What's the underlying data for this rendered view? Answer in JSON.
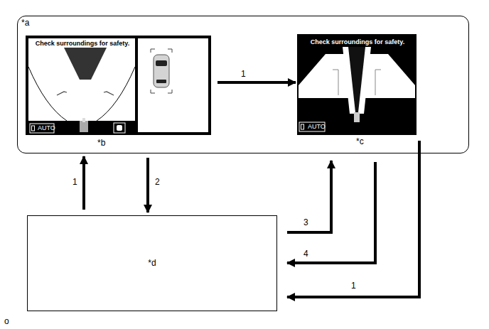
{
  "diagram": {
    "nodes": [
      {
        "text": [
          "*a"
        ]
      },
      {
        "text": [
          "Check surroundings for safety.",
          "AUTO",
          "*b"
        ],
        "in": 0
      },
      {
        "text": [
          "Check surroundings for safety.",
          "AUTO",
          "*c"
        ],
        "in": 0
      },
      {
        "text": [
          "*d"
        ]
      }
    ],
    "edges": [
      {
        "from": 1,
        "to": 2,
        "arrow": "to",
        "label": "1"
      },
      {
        "from": 3,
        "to": 0,
        "arrow": "to",
        "label": "1"
      },
      {
        "from": 0,
        "to": 3,
        "arrow": "to",
        "label": "2"
      },
      {
        "from": 3,
        "to": 0,
        "arrow": "to",
        "label": "3"
      },
      {
        "from": 0,
        "to": 3,
        "arrow": "to",
        "label": "4"
      },
      {
        "from": 0,
        "to": 3,
        "arrow": "to",
        "label": "1"
      }
    ],
    "labels": [
      "o"
    ]
  }
}
